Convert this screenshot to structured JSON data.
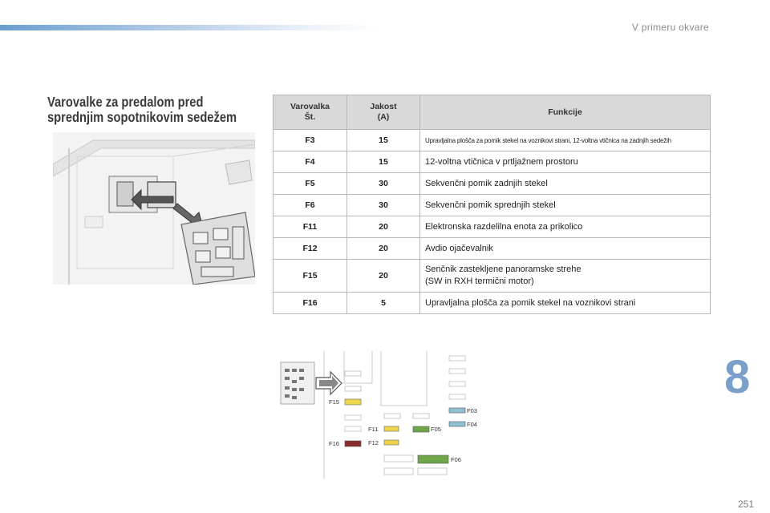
{
  "header": {
    "section": "V primeru okvare"
  },
  "heading": {
    "line1": "Varovalke za predalom pred",
    "line2": "sprednjim sopotnikovim sedežem"
  },
  "table": {
    "headers": {
      "col1_line1": "Varovalka",
      "col1_line2": "Št.",
      "col2_line1": "Jakost",
      "col2_line2": "(A)",
      "col3": "Funkcije"
    },
    "rows": [
      {
        "no": "F3",
        "amp": "15",
        "func": "Upravljalna plošča za pomik stekel na voznikovi strani, 12-voltna vtičnica na zadnjih sedežih"
      },
      {
        "no": "F4",
        "amp": "15",
        "func": "12-voltna vtičnica v prtljažnem prostoru"
      },
      {
        "no": "F5",
        "amp": "30",
        "func": "Sekvenčni pomik zadnjih stekel"
      },
      {
        "no": "F6",
        "amp": "30",
        "func": "Sekvenčni pomik sprednjih stekel"
      },
      {
        "no": "F11",
        "amp": "20",
        "func": "Elektronska razdelilna enota za prikolico"
      },
      {
        "no": "F12",
        "amp": "20",
        "func": "Avdio ojačevalnik"
      },
      {
        "no": "F15",
        "amp": "20",
        "func_line1": "Senčnik zastekljene panoramske strehe",
        "func_line2": "(SW in RXH termični motor)"
      },
      {
        "no": "F16",
        "amp": "5",
        "func": "Upravljalna plošča za pomik stekel na voznikovi strani"
      }
    ]
  },
  "diagram": {
    "labels": {
      "F15": "F15",
      "F16": "F16",
      "F11": "F11",
      "F12": "F12",
      "F05": "F05",
      "F06": "F06",
      "F03": "F03",
      "F04": "F04"
    },
    "colors": {
      "yellow": "#efd54a",
      "green": "#6fa64a",
      "blue": "#8fbfd3",
      "red": "#8b2d2d"
    }
  },
  "chapter": "8",
  "page": "251"
}
